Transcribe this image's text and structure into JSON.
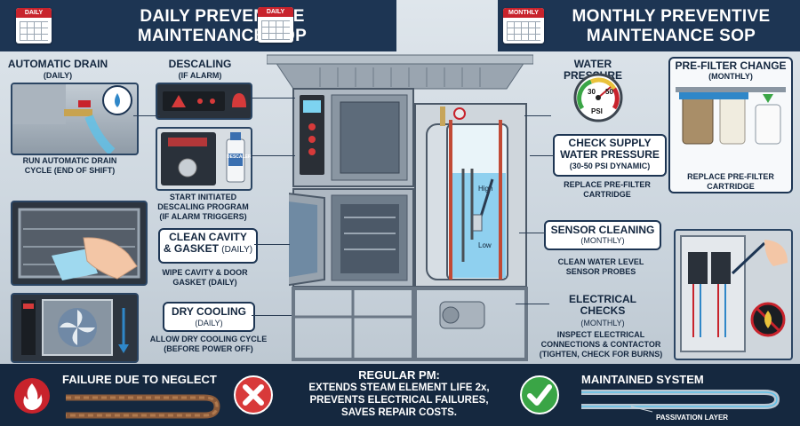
{
  "header": {
    "left_title": [
      "DAILY PREVENTIVE",
      "MAINTENANCE SOP"
    ],
    "right_title": [
      "MONTHLY PREVENTIVE",
      "MAINTENANCE SOP"
    ],
    "cal_daily": "DAILY",
    "cal_daily_center": "DAILY",
    "cal_monthly": "MONTHLY"
  },
  "left_tasks": {
    "auto_drain": {
      "title": "AUTOMATIC DRAIN",
      "freq": "(DAILY)",
      "desc": [
        "RUN AUTOMATIC DRAIN",
        "CYCLE (END OF SHIFT)"
      ]
    },
    "descaling": {
      "title": "DESCALING",
      "freq": "(IF ALARM)",
      "desc": [
        "START INITIATED",
        "DESCALING PROGRAM",
        "(IF ALARM TRIGGERS)"
      ],
      "bottle_label": "DESCALER"
    },
    "clean_cavity": {
      "title": [
        "CLEAN CAVITY",
        "& GASKET"
      ],
      "freq": "(DAILY)",
      "desc": [
        "WIPE CAVITY & DOOR",
        "GASKET (DAILY)"
      ]
    },
    "dry_cooling": {
      "title": "DRY COOLING",
      "freq": "(DAILY)",
      "desc": [
        "ALLOW DRY COOLING CYCLE",
        "(BEFORE POWER OFF)"
      ]
    }
  },
  "right_tasks": {
    "water_pressure": {
      "title": "WATER PRESSURE",
      "gauge_labels": [
        "30",
        "50",
        "PSI"
      ]
    },
    "pre_filter": {
      "title": "PRE-FILTER CHANGE",
      "freq": "(MONTHLY)",
      "desc": [
        "REPLACE PRE-FILTER",
        "CARTRIDGE"
      ]
    },
    "check_supply": {
      "title": [
        "CHECK SUPPLY",
        "WATER PRESSURE"
      ],
      "freq": "(30-50 PSI DYNAMIC)",
      "desc": [
        "REPLACE PRE-FILTER",
        "CARTRIDGE"
      ]
    },
    "sensor_cleaning": {
      "title": "SENSOR CLEANING",
      "freq": "(MONTHLY)",
      "desc": [
        "CLEAN WATER LEVEL",
        "SENSOR PROBES"
      ]
    },
    "electrical": {
      "title": [
        "ELECTRICAL",
        "CHECKS"
      ],
      "freq": "(MONTHLY)",
      "desc": [
        "INSPECT ELECTRICAL",
        "CONNECTIONS & CONTACTOR",
        "(TIGHTEN, CHECK FOR BURNS)"
      ]
    }
  },
  "tank": {
    "high": "High",
    "low": "Low"
  },
  "footer": {
    "failure": "FAILURE DUE TO NEGLECT",
    "regular_pm": [
      "REGULAR PM:",
      "EXTENDS STEAM ELEMENT LIFE 2x,",
      "PREVENTS ELECTRICAL FAILURES,",
      "SAVES REPAIR COSTS."
    ],
    "maintained": "MAINTAINED SYSTEM",
    "passivation": "PASSIVATION LAYER"
  },
  "colors": {
    "navy": "#1d3553",
    "red": "#c8232c",
    "green": "#3aa546",
    "steel": "#b9c2cb",
    "water": "#8fd0ef"
  }
}
